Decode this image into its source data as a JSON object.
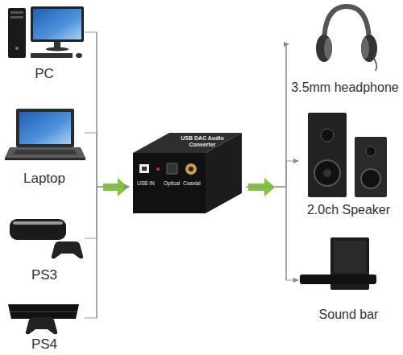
{
  "diagram": {
    "nodes": [
      {
        "text": [
          "PC"
        ]
      },
      {
        "text": [
          "Laptop"
        ]
      },
      {
        "text": [
          "PS3"
        ]
      },
      {
        "text": [
          "PS4"
        ]
      },
      {
        "text": [
          "USB DAC Audio Converter"
        ]
      },
      {
        "text": [
          "3.5mm headphone"
        ]
      },
      {
        "text": [
          "2.0ch Speaker"
        ]
      },
      {
        "text": [
          "Sound bar"
        ]
      }
    ],
    "edges": [
      {
        "from": 0,
        "to": 4,
        "arrow": "to"
      },
      {
        "from": 1,
        "to": 4,
        "arrow": "to"
      },
      {
        "from": 2,
        "to": 4,
        "arrow": "to"
      },
      {
        "from": 3,
        "to": 4,
        "arrow": "to"
      },
      {
        "from": 4,
        "to": 5,
        "arrow": "to"
      },
      {
        "from": 4,
        "to": 6,
        "arrow": "to"
      },
      {
        "from": 4,
        "to": 7,
        "arrow": "to"
      }
    ],
    "labels": [
      "USB IN",
      "Optical",
      "Coaxial"
    ]
  }
}
